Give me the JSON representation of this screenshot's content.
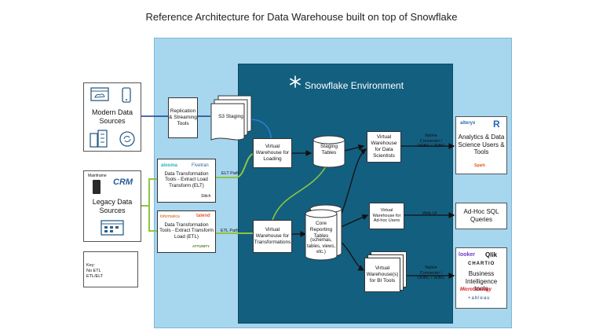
{
  "title": "Reference Architecture for Data Warehouse built on top of Snowflake",
  "snowflake_env": "Snowflake Environment",
  "sources": {
    "modern": "Modern Data Sources",
    "legacy": "Legacy Data Sources",
    "mainframe": "Mainframe",
    "crm": "CRM"
  },
  "key": {
    "label": "Key:",
    "line1": "No ETL",
    "line2": "ETL/ELT"
  },
  "nodes": {
    "replication": "Replication & Streaming Tools",
    "s3": "S3 Staging",
    "vw_loading": "Virtual Warehouse for Loading",
    "staging_tables": "Staging Tables",
    "vw_data_sci": "Virtual Warehouse for Data Scientists",
    "elt_tools": "Data Transformation Tools - Extract Load Transform (ELT)",
    "etl_tools": "Data Transformation Tools - Extract Transform Load (ETL)",
    "vw_transform": "Virtual Warehouse for Transformations",
    "core_tables": "Core Reporting Tables",
    "core_tables_sub": "(schemas, tables, views, etc.)",
    "vw_adhoc": "Virtual Warehouse for Ad-hoc Users",
    "vw_bi": "Virtual Warehouse(s) for BI Tools"
  },
  "logos": {
    "alooma": "alooma",
    "fivetran": "Fivetran",
    "stitch": "Stitch",
    "informatica": "Informatica",
    "talend": "talend",
    "attunity": "ATTUNITY",
    "alteryx": "alteryx",
    "r": "R",
    "spark": "Spark",
    "looker": "looker",
    "qlik": "Qlik",
    "chartio": "CHARTIO",
    "microstrategy": "MicroStrategy",
    "tableau": "+ableau"
  },
  "edges": {
    "elt_path": "ELT Path",
    "etl_path": "ETL Path",
    "native1": "Native Connector / ODBC / JDBC",
    "web_ui": "Web UI",
    "native2": "Native Connector / ODBC / JDBC"
  },
  "consumers": {
    "analytics": "Analytics & Data Science Users & Tools",
    "adhoc": "Ad-Hoc SQL Queries",
    "bi": "Business Intelligence tools"
  },
  "colors": {
    "outer_bg": "#a7d6ef",
    "snowflake_bg": "#135f80",
    "no_etl": "#1e3c8c",
    "etl": "#8cc63f"
  }
}
